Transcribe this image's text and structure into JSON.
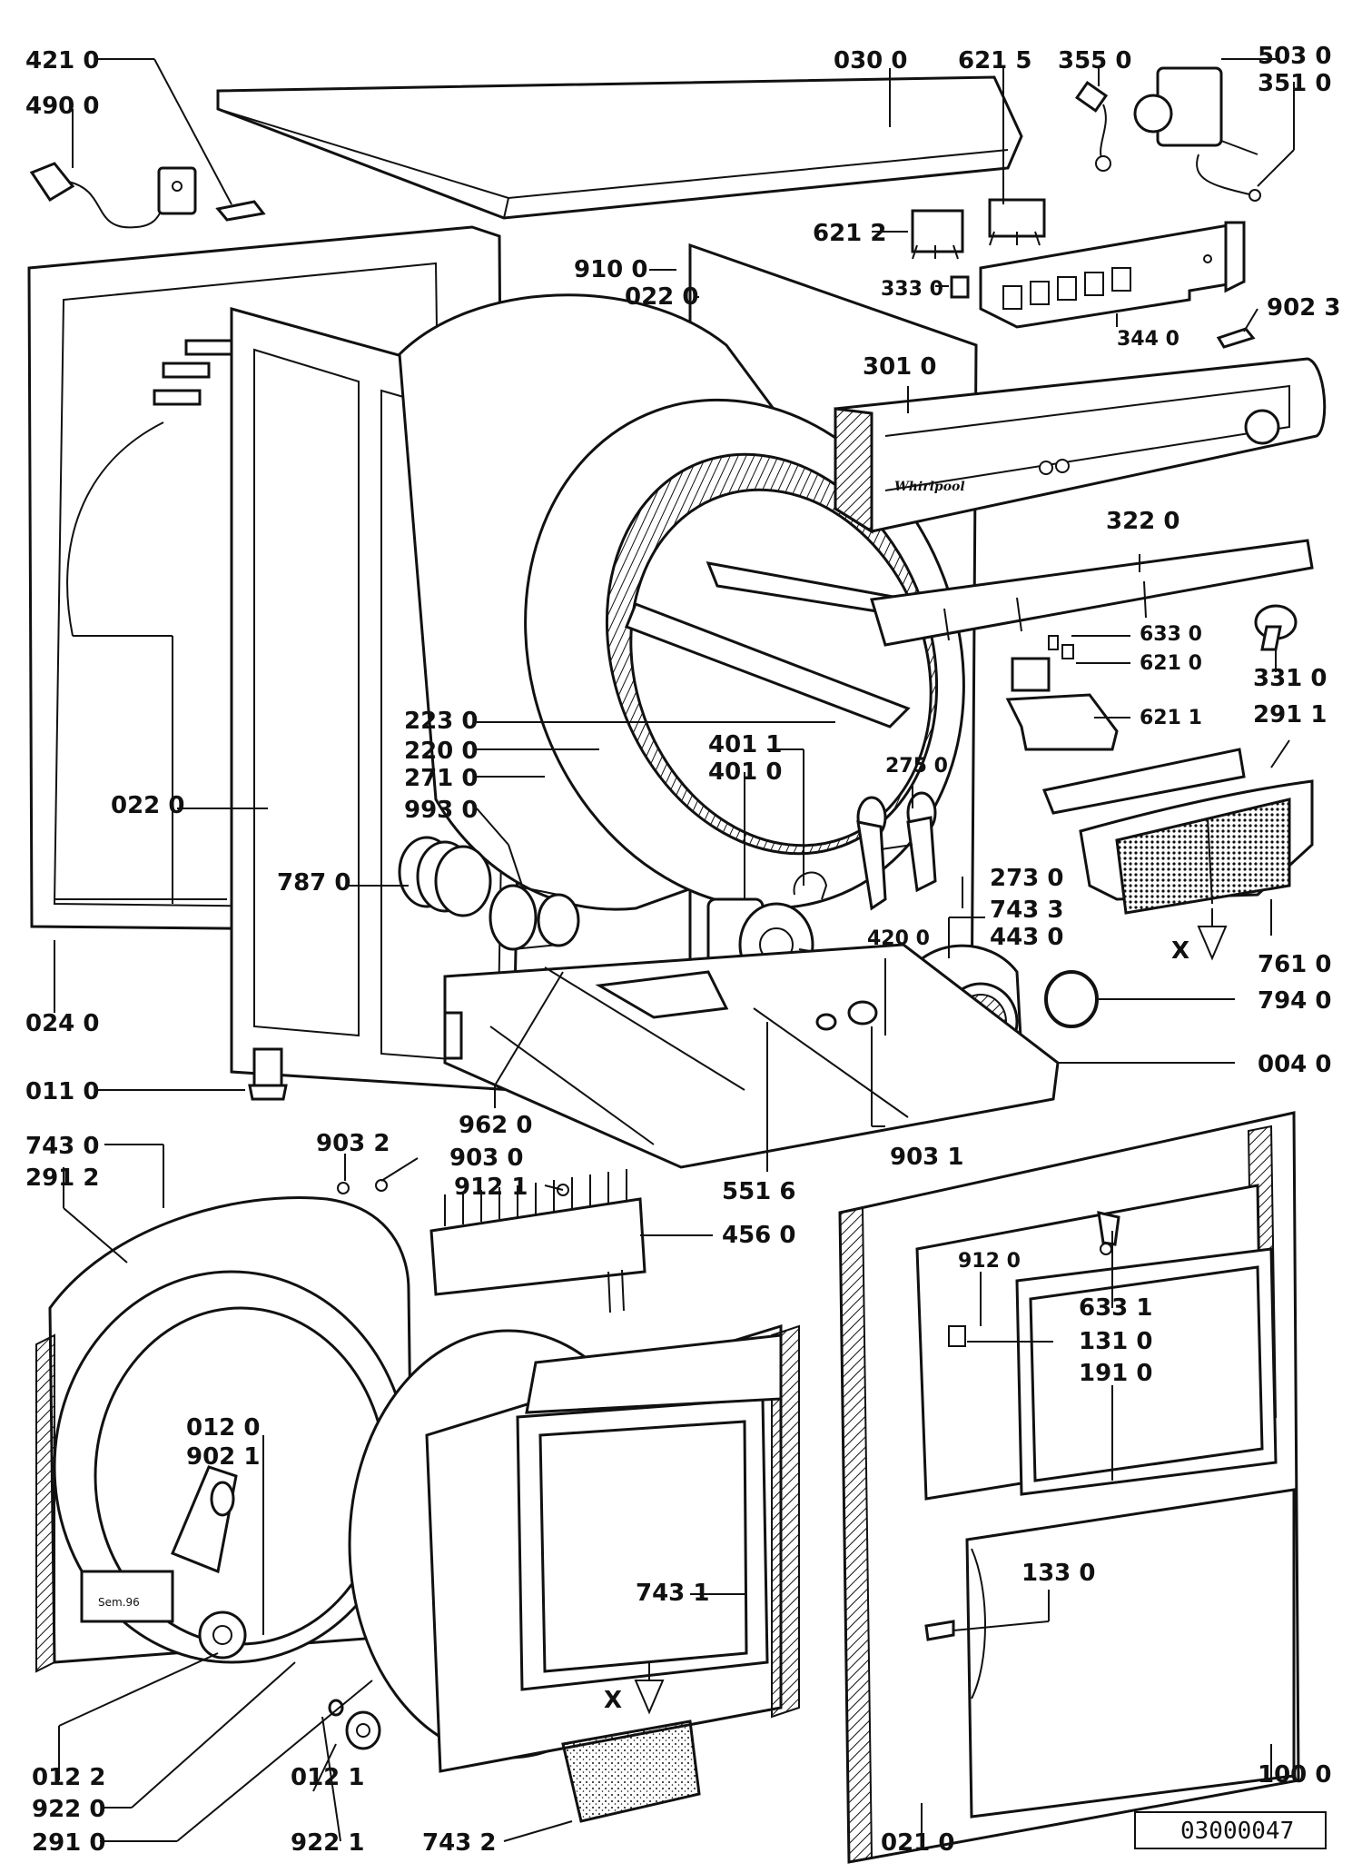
{
  "diagram": {
    "drawing_number": "03000047",
    "brand_mark": "Whirlpool",
    "stamp_text": "Sem.96",
    "view_marker": "X",
    "labels": {
      "p0210": "021 0",
      "p4210": "421 0",
      "p4900": "490 0",
      "p0300": "030 0",
      "p6215": "621 5",
      "p3550": "355 0",
      "p5030": "503 0",
      "p3510": "351 0",
      "p6212": "621 2",
      "p9100": "910 0",
      "p0220a": "022 0",
      "p3330": "333 0",
      "p9023": "902 3",
      "p3440": "344 0",
      "p3010": "301 0",
      "p3220": "322 0",
      "p6330": "633 0",
      "p6210": "621 0",
      "p3310": "331 0",
      "p6211": "621 1",
      "p2911": "291 1",
      "p2230": "223 0",
      "p2200": "220 0",
      "p2710": "271 0",
      "p9930": "993 0",
      "p4011": "401 1",
      "p4010": "401 0",
      "p2750": "275 0",
      "p0220b": "022 0",
      "p7870": "787 0",
      "p2730": "273 0",
      "p7433": "743 3",
      "p4430": "443 0",
      "p4200": "420 0",
      "p7610": "761 0",
      "p0240": "024 0",
      "p7940": "794 0",
      "p0040": "004 0",
      "p0110": "011 0",
      "p9620": "962 0",
      "p9031": "903 1",
      "p7430": "743 0",
      "p2912": "291 2",
      "p9032": "903 2",
      "p9030": "903 0",
      "p9121": "912 1",
      "p5516": "551 6",
      "p4560": "456 0",
      "p9120": "912 0",
      "p6331": "633 1",
      "p1310": "131 0",
      "p1910": "191 0",
      "p0120": "012 0",
      "p9021": "902 1",
      "p1330": "133 0",
      "p7431": "743 1",
      "p0122": "012 2",
      "p9220": "922 0",
      "p2910": "291 0",
      "p0121": "012 1",
      "p9221": "922 1",
      "p7432": "743 2",
      "p1000": "100 0"
    }
  }
}
